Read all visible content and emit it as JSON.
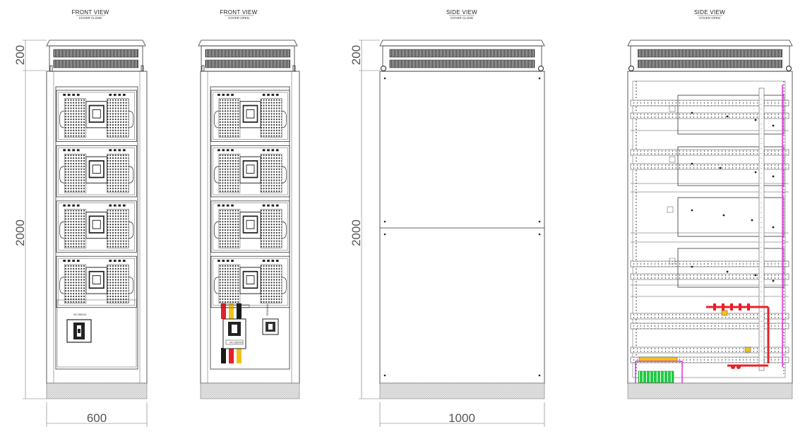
{
  "views": [
    {
      "title": "FRONT VIEW",
      "subtitle": "COVER CLOSE"
    },
    {
      "title": "FRONT VIEW",
      "subtitle": "COVER OPEN"
    },
    {
      "title": "SIDE VIEW",
      "subtitle": "COVER CLOSE"
    },
    {
      "title": "SIDE VIEW",
      "subtitle": "COVER OPEN"
    }
  ],
  "dimensions": {
    "top_height": "200",
    "body_height": "2000",
    "front_width": "600",
    "side_width": "1000"
  },
  "labels": {
    "breaker_label": "MCCB800A",
    "terminal_label": "TERMINAL"
  },
  "colors": {
    "line": "#333333",
    "busbar_red": "#e8202a",
    "busbar_yellow": "#f2c21b",
    "busbar_black": "#1a1a1a",
    "accent_magenta": "#e020e0",
    "accent_green": "#22cc44"
  }
}
